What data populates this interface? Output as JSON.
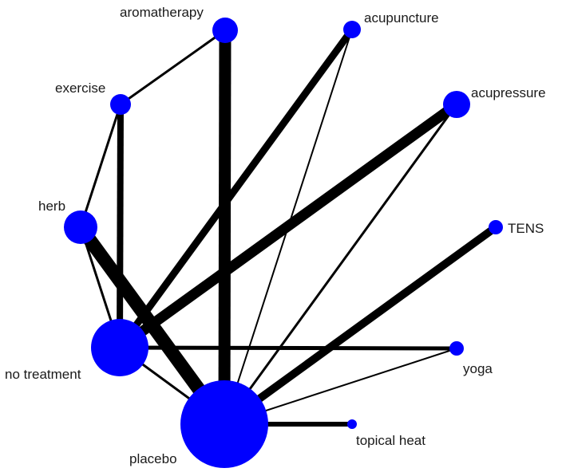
{
  "colors": {
    "node_fill": "#0000ff",
    "edge_stroke": "#000000",
    "label_text": "#1a1a1a",
    "background": "#ffffff"
  },
  "nodes": [
    {
      "id": "aromatherapy",
      "label": "aromatherapy"
    },
    {
      "id": "acupuncture",
      "label": "acupuncture"
    },
    {
      "id": "acupressure",
      "label": "acupressure"
    },
    {
      "id": "exercise",
      "label": "exercise"
    },
    {
      "id": "herb",
      "label": "herb"
    },
    {
      "id": "TENS",
      "label": "TENS"
    },
    {
      "id": "no-treatment",
      "label": "no treatment"
    },
    {
      "id": "yoga",
      "label": "yoga"
    },
    {
      "id": "placebo",
      "label": "placebo"
    },
    {
      "id": "topical-heat",
      "label": "topical heat"
    }
  ],
  "edges": [
    {
      "from": "aromatherapy",
      "to": "exercise"
    },
    {
      "from": "aromatherapy",
      "to": "placebo"
    },
    {
      "from": "exercise",
      "to": "herb"
    },
    {
      "from": "exercise",
      "to": "no-treatment"
    },
    {
      "from": "herb",
      "to": "no-treatment"
    },
    {
      "from": "herb",
      "to": "placebo"
    },
    {
      "from": "acupuncture",
      "to": "no-treatment"
    },
    {
      "from": "acupuncture",
      "to": "placebo"
    },
    {
      "from": "acupressure",
      "to": "no-treatment"
    },
    {
      "from": "acupressure",
      "to": "placebo"
    },
    {
      "from": "TENS",
      "to": "placebo"
    },
    {
      "from": "no-treatment",
      "to": "yoga"
    },
    {
      "from": "no-treatment",
      "to": "placebo"
    },
    {
      "from": "placebo",
      "to": "yoga"
    },
    {
      "from": "placebo",
      "to": "topical-heat"
    }
  ]
}
